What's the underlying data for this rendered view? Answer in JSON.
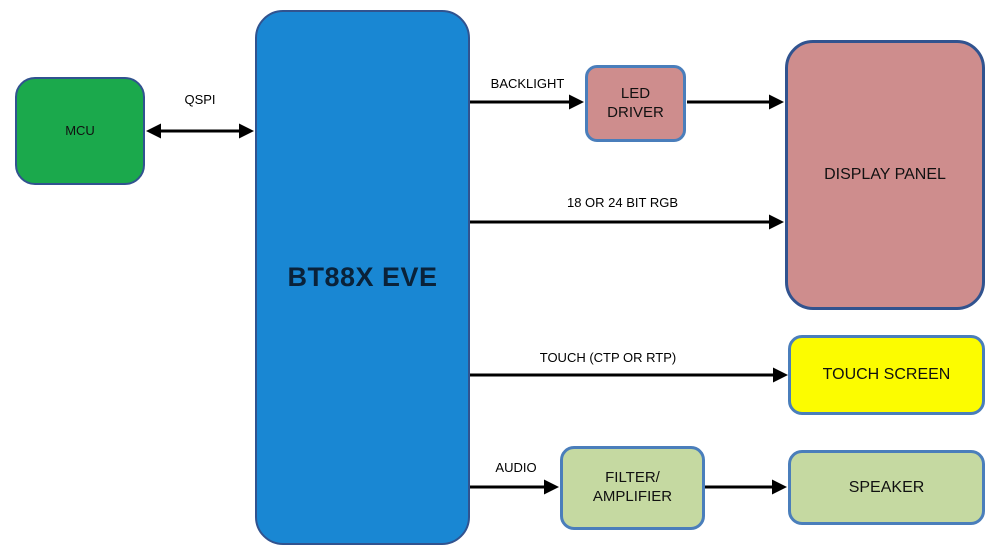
{
  "nodes": {
    "mcu": {
      "label": "MCU"
    },
    "eve": {
      "label": "BT88X EVE"
    },
    "led_driver": {
      "label": "LED\nDRIVER"
    },
    "display_panel": {
      "label": "DISPLAY PANEL"
    },
    "touch_screen": {
      "label": "TOUCH SCREEN"
    },
    "filter_amplifier": {
      "label": "FILTER/\nAMPLIFIER"
    },
    "speaker": {
      "label": "SPEAKER"
    }
  },
  "connections": {
    "qspi": {
      "label": "QSPI",
      "from": "MCU",
      "to": "BT88X EVE",
      "bidirectional": true
    },
    "backlight": {
      "label": "BACKLIGHT",
      "from": "BT88X EVE",
      "to": "LED DRIVER",
      "bidirectional": false
    },
    "led_out": {
      "label": "",
      "from": "LED DRIVER",
      "to": "DISPLAY PANEL",
      "bidirectional": false
    },
    "rgb": {
      "label": "18 OR 24 BIT RGB",
      "from": "BT88X EVE",
      "to": "DISPLAY PANEL",
      "bidirectional": false
    },
    "touch": {
      "label": "TOUCH (CTP OR RTP)",
      "from": "BT88X EVE",
      "to": "TOUCH SCREEN",
      "bidirectional": false
    },
    "audio": {
      "label": "AUDIO",
      "from": "BT88X EVE",
      "to": "FILTER/AMPLIFIER",
      "bidirectional": false
    },
    "amp_out": {
      "label": "",
      "from": "FILTER/AMPLIFIER",
      "to": "SPEAKER",
      "bidirectional": false
    }
  },
  "colors": {
    "background": "#FFFFFF",
    "mcu_fill": "#1BA94C",
    "eve_fill": "#1987D3",
    "pink_fill": "#CE8D8D",
    "yellow_fill": "#FCFC00",
    "green_fill": "#C5D9A1",
    "border_dark": "#31538F",
    "border_medium": "#4A7EBB",
    "arrow": "#000000",
    "label_text": "#111111",
    "eve_text": "#0A2239"
  }
}
